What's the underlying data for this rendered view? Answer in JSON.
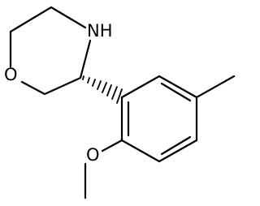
{
  "molecule": {
    "atoms": {
      "morpholine_nitrogen": "NH",
      "morpholine_oxygen": "O",
      "methoxy_oxygen": "O"
    },
    "stereo_bond": "hashed-wedge",
    "colors": {
      "bond": "#000000",
      "label": "#000000",
      "background": "#ffffff"
    }
  }
}
